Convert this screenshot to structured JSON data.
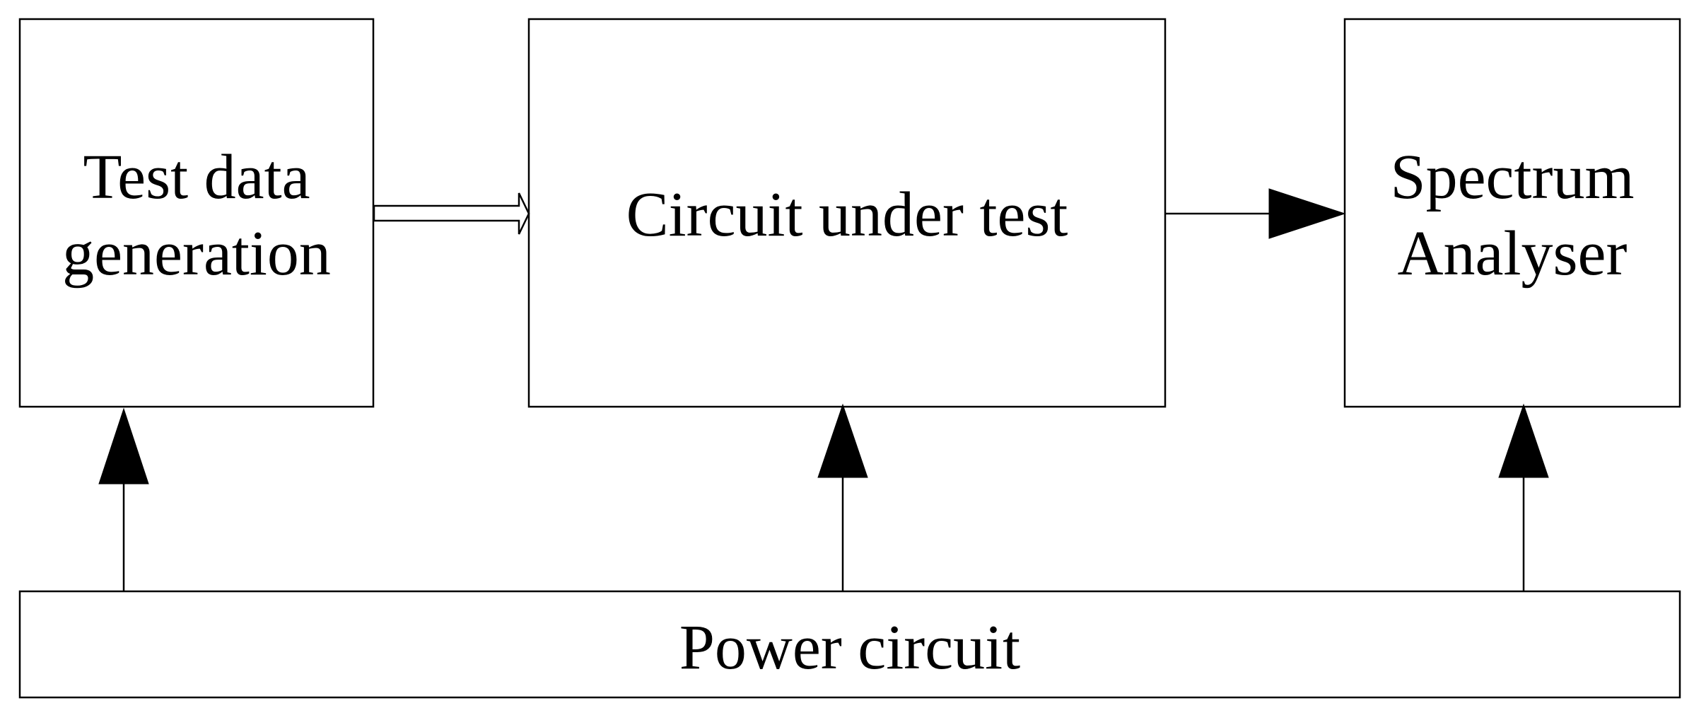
{
  "blocks": {
    "test_data_generation": {
      "line1": "Test data",
      "line2": "generation"
    },
    "circuit_under_test": {
      "label": "Circuit under test"
    },
    "spectrum_analyser": {
      "line1": "Spectrum",
      "line2": "Analyser"
    },
    "power_circuit": {
      "label": "Power circuit"
    }
  },
  "connections": [
    {
      "from": "test_data_generation",
      "to": "circuit_under_test",
      "style": "hollow-bus-arrow"
    },
    {
      "from": "circuit_under_test",
      "to": "spectrum_analyser",
      "style": "solid-arrow"
    },
    {
      "from": "power_circuit",
      "to": "test_data_generation",
      "style": "solid-arrow"
    },
    {
      "from": "power_circuit",
      "to": "circuit_under_test",
      "style": "solid-arrow"
    },
    {
      "from": "power_circuit",
      "to": "spectrum_analyser",
      "style": "solid-arrow"
    }
  ]
}
